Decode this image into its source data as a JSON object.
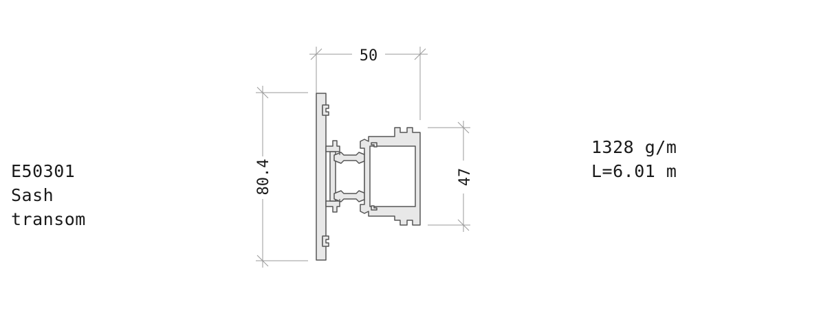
{
  "profile": {
    "code": "E50301",
    "name_line1": "Sash",
    "name_line2": "transom"
  },
  "specs": {
    "weight": "1328 g/m",
    "length": "L=6.01 m"
  },
  "dimensions": {
    "width": "50",
    "total_height": "80.4",
    "sash_height": "47"
  },
  "colors": {
    "profile_fill": "#e8e8e8",
    "profile_stroke": "#555555",
    "dimension_line": "#9a9a9a",
    "text": "#1a1a1a"
  }
}
